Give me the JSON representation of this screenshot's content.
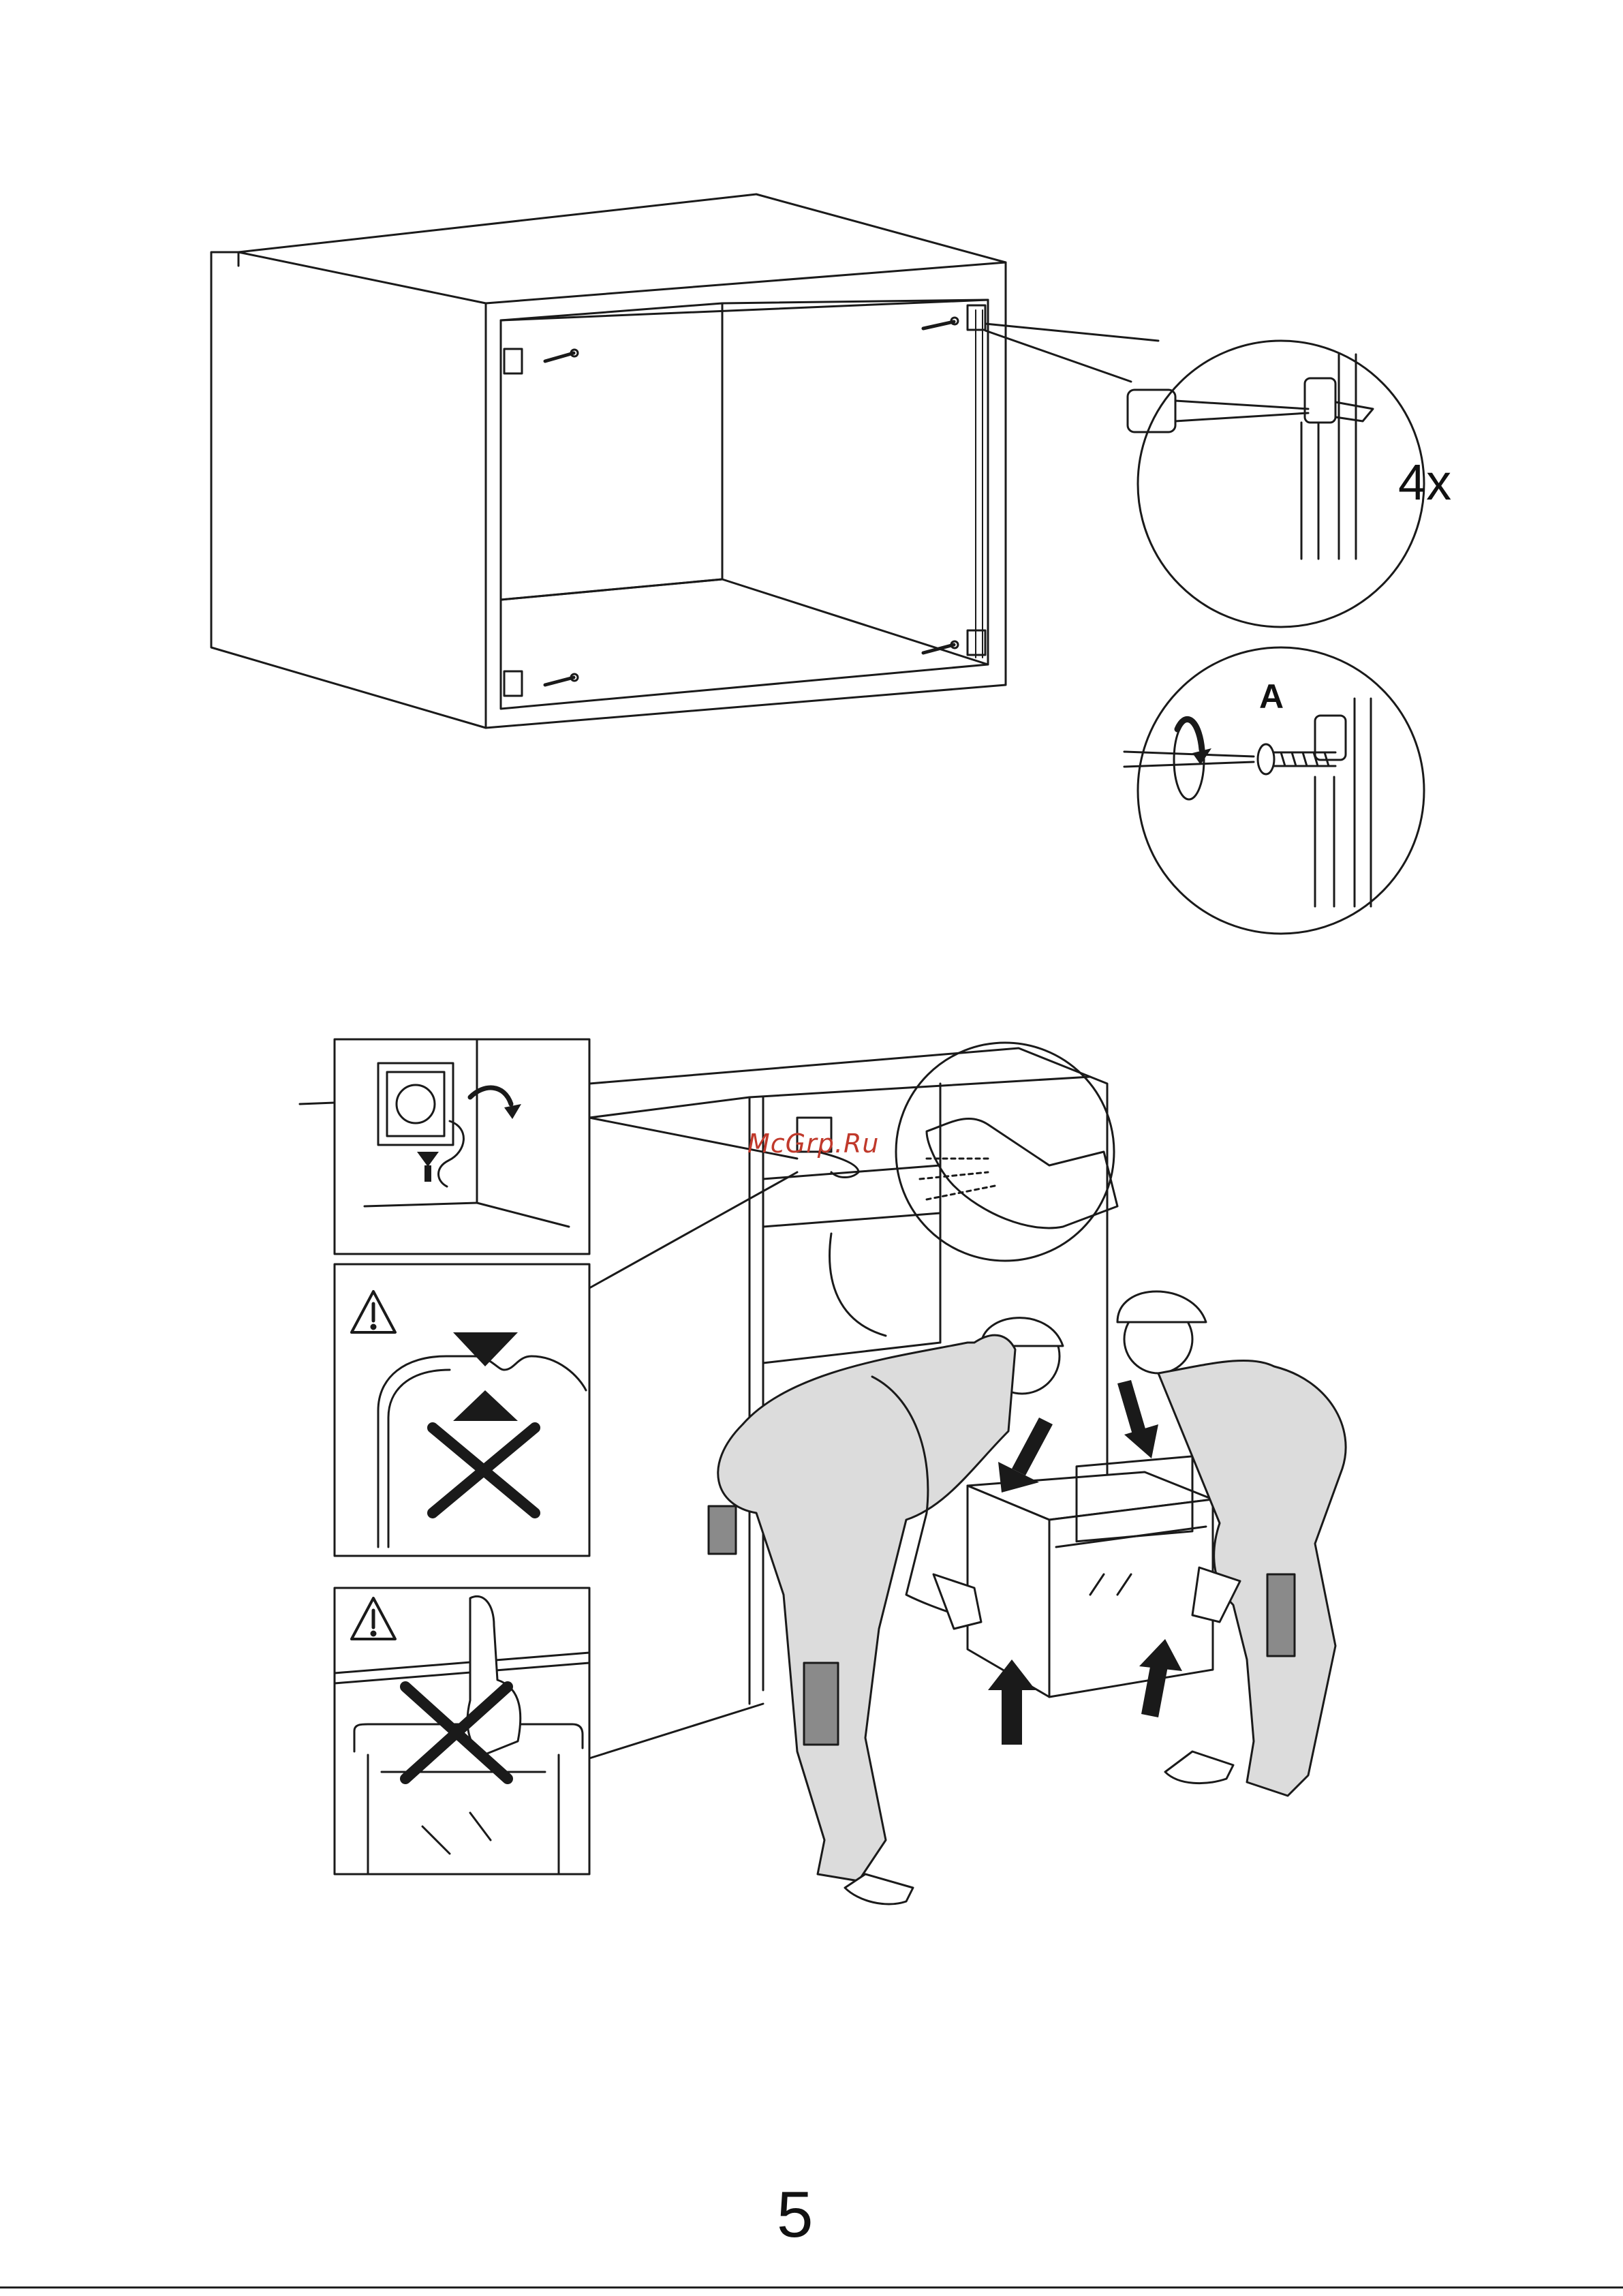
{
  "manual": {
    "quantity_label": "4x",
    "screw_label": "A",
    "watermark": "McGrp.Ru",
    "page_number": "5"
  },
  "icons": {
    "warning": "warning-triangle-icon",
    "prohibited": "cross-prohibited-icon",
    "rotate": "rotate-arrow-icon",
    "lift": "lift-arrow-icon",
    "press": "press-arrow-icon"
  },
  "colors": {
    "line": "#1a1a1a",
    "garment_fill": "#dcdcdc",
    "patch_fill": "#8a8a8a",
    "watermark": "#c0392b"
  }
}
